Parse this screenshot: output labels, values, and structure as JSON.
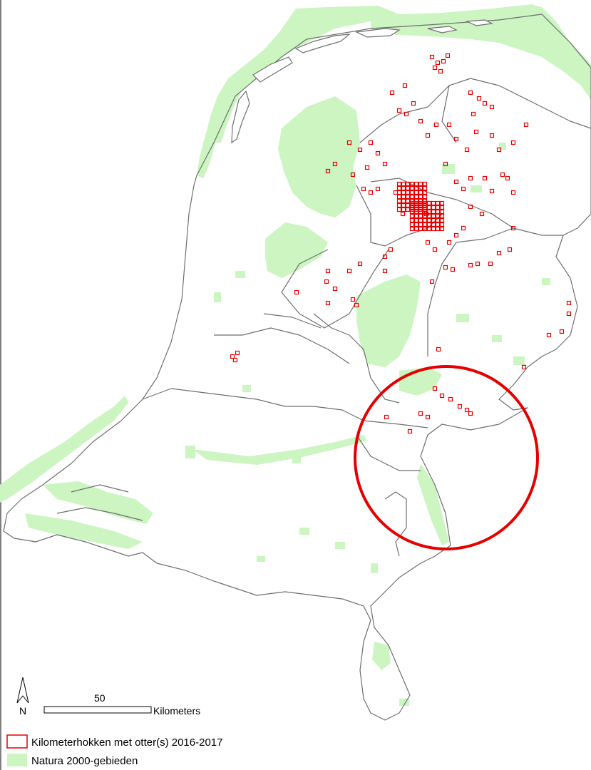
{
  "map": {
    "north_arrow": {
      "label": "N"
    },
    "scale_bar": {
      "value_label": "50",
      "unit_label": "Kilometers"
    },
    "legend": [
      {
        "label": "Kilometerhokken met otter(s) 2016-2017",
        "symbol": "red-square-outline",
        "color": "#e60000"
      },
      {
        "label": "Natura 2000-gebieden",
        "symbol": "green-fill",
        "color": "#ccf5c2"
      }
    ],
    "colors": {
      "natura_fill": "#ccf5c2",
      "boundary": "#6e6e6e",
      "otter_square": "#e60000",
      "highlight_circle": "#e60000",
      "background": "#ffffff"
    }
  }
}
